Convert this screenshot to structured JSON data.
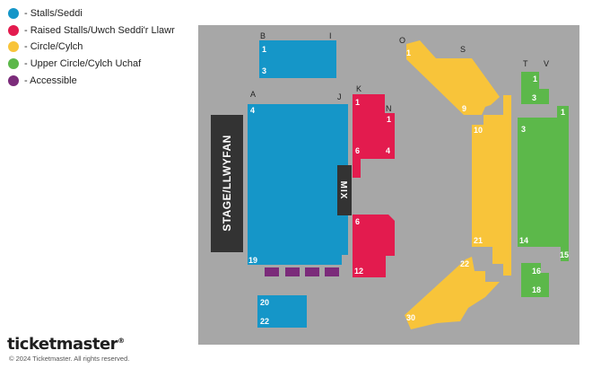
{
  "legend": [
    {
      "label": "- Stalls/Seddi",
      "color": "#1596c8"
    },
    {
      "label": "- Raised Stalls/Uwch Seddi'r Llawr",
      "color": "#e31b4e"
    },
    {
      "label": "- Circle/Cylch",
      "color": "#f8c43a"
    },
    {
      "label": "- Upper Circle/Cylch Uchaf",
      "color": "#5cb84a"
    },
    {
      "label": "- Accessible",
      "color": "#7b2b7a"
    }
  ],
  "colors": {
    "background": "#a7a7a7",
    "stalls": "#1596c8",
    "raised": "#e31b4e",
    "circle": "#f8c43a",
    "upper": "#5cb84a",
    "accessible": "#7b2b7a",
    "stage": "#333333"
  },
  "map": {
    "stage_label": "STAGE/LLWYFAN",
    "mix_label": "MIX",
    "row_letters": {
      "B": "B",
      "I": "I",
      "A": "A",
      "J": "J",
      "K": "K",
      "N": "N",
      "O": "O",
      "S": "S",
      "T": "T",
      "V": "V"
    },
    "labels": {
      "bi_top": "1",
      "bi_bottom": "3",
      "stalls_top": "4",
      "stalls_bottom": "19",
      "stalls_rear_top": "20",
      "stalls_rear_bottom": "22",
      "raised_upper_1": "1",
      "raised_upper_n1": "1",
      "raised_upper_6": "6",
      "raised_upper_4": "4",
      "raised_lower_6": "6",
      "raised_lower_12": "12",
      "circle_top_1": "1",
      "circle_top_9": "9",
      "circle_mid_10": "10",
      "circle_mid_21": "21",
      "circle_bot_22": "22",
      "circle_bot_30": "30",
      "upper_tv_1": "1",
      "upper_tv_3": "3",
      "upper_main_1": "1",
      "upper_main_3": "3",
      "upper_main_14": "14",
      "upper_main_15": "15",
      "upper_bot_16": "16",
      "upper_bot_18": "18"
    }
  },
  "brand": {
    "name": "ticketmaster",
    "reg": "®",
    "copyright": "© 2024 Ticketmaster. All rights reserved."
  }
}
